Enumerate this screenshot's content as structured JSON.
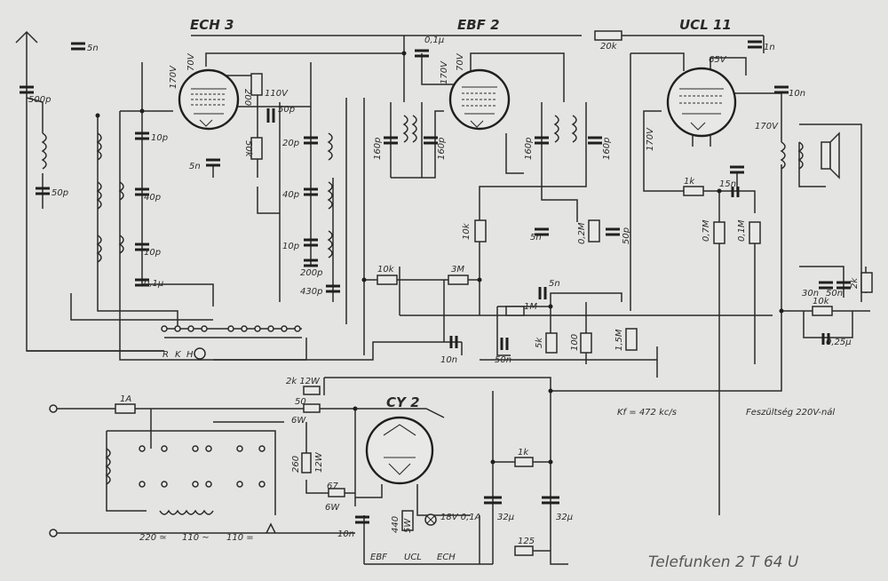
{
  "tubes": {
    "ech3": "ECH 3",
    "ebf2": "EBF 2",
    "ucl11": "UCL 11",
    "cy2": "CY 2"
  },
  "voltages": {
    "v170a": "170V",
    "v70a": "70V",
    "v110": "110V",
    "v170b": "170V",
    "v70b": "70V",
    "v65": "65V",
    "v170c": "170V",
    "v170d": "170V"
  },
  "components": {
    "c5n_top": "5n",
    "c500p": "500p",
    "c50p_left": "50p",
    "c10p_a": "10p",
    "c40p_a": "40p",
    "c10p_b": "10p",
    "c01u_left": "0,1µ",
    "r200": "200",
    "r50k": "50k",
    "c5n_ech": "5n",
    "c50p_mid": "50p",
    "c20p": "20p",
    "c40p_b": "40p",
    "c10p_c": "10p",
    "c200p": "200p",
    "c430p": "430p",
    "c01u_top": "0,1µ",
    "r20k": "20k",
    "c160p_a": "160p",
    "c160p_b": "160p",
    "c160p_c": "160p",
    "c160p_d": "160p",
    "r10k_vert": "10k",
    "r10k_horiz": "10k",
    "r3M": "3M",
    "c5n_b": "5n",
    "r02M": "0,2M",
    "c50p_b": "50p",
    "c1n": "1n",
    "c10n_top": "10n",
    "r1k_a": "1k",
    "c15n": "15n",
    "r07M": "0,7M",
    "r01M": "0,1M",
    "c30n": "30n",
    "c50n": "50n",
    "r2k": "2k",
    "r10k_b": "10k",
    "c025u": "0,25µ",
    "c5n_c": "5n",
    "r1M": "1M",
    "r5k": "5k",
    "r100": "100",
    "r15M": "1,5M",
    "c10n_b": "10n",
    "c50n_b": "50n",
    "r2k12W": "2k 12W",
    "r50_6W": "50",
    "l6W": "6W",
    "r260_12W": "260",
    "l12W": "12W",
    "r67_6W": "67",
    "l6W_b": "6W",
    "fuse1A": "1A",
    "r440_5W": "440",
    "l5W": "5W",
    "lamp": "18V 0,1A",
    "r1k_b": "1k",
    "c32u_a": "32µ",
    "c32u_b": "32µ",
    "r125": "125",
    "c10n_c": "10n"
  },
  "switch_labels": {
    "r": "R",
    "k": "K",
    "h": "H"
  },
  "heater_labels": {
    "ebf": "EBF",
    "ucl": "UCL",
    "ech": "ECH"
  },
  "mains_taps": {
    "t220": "220 ≃",
    "t110a": "110 ~",
    "t110b": "110 ="
  },
  "notes": {
    "kf": "Kf = 472 kc/s",
    "voltage": "Feszültség 220V-nál"
  },
  "title": "Telefunken  2 T 64 U"
}
